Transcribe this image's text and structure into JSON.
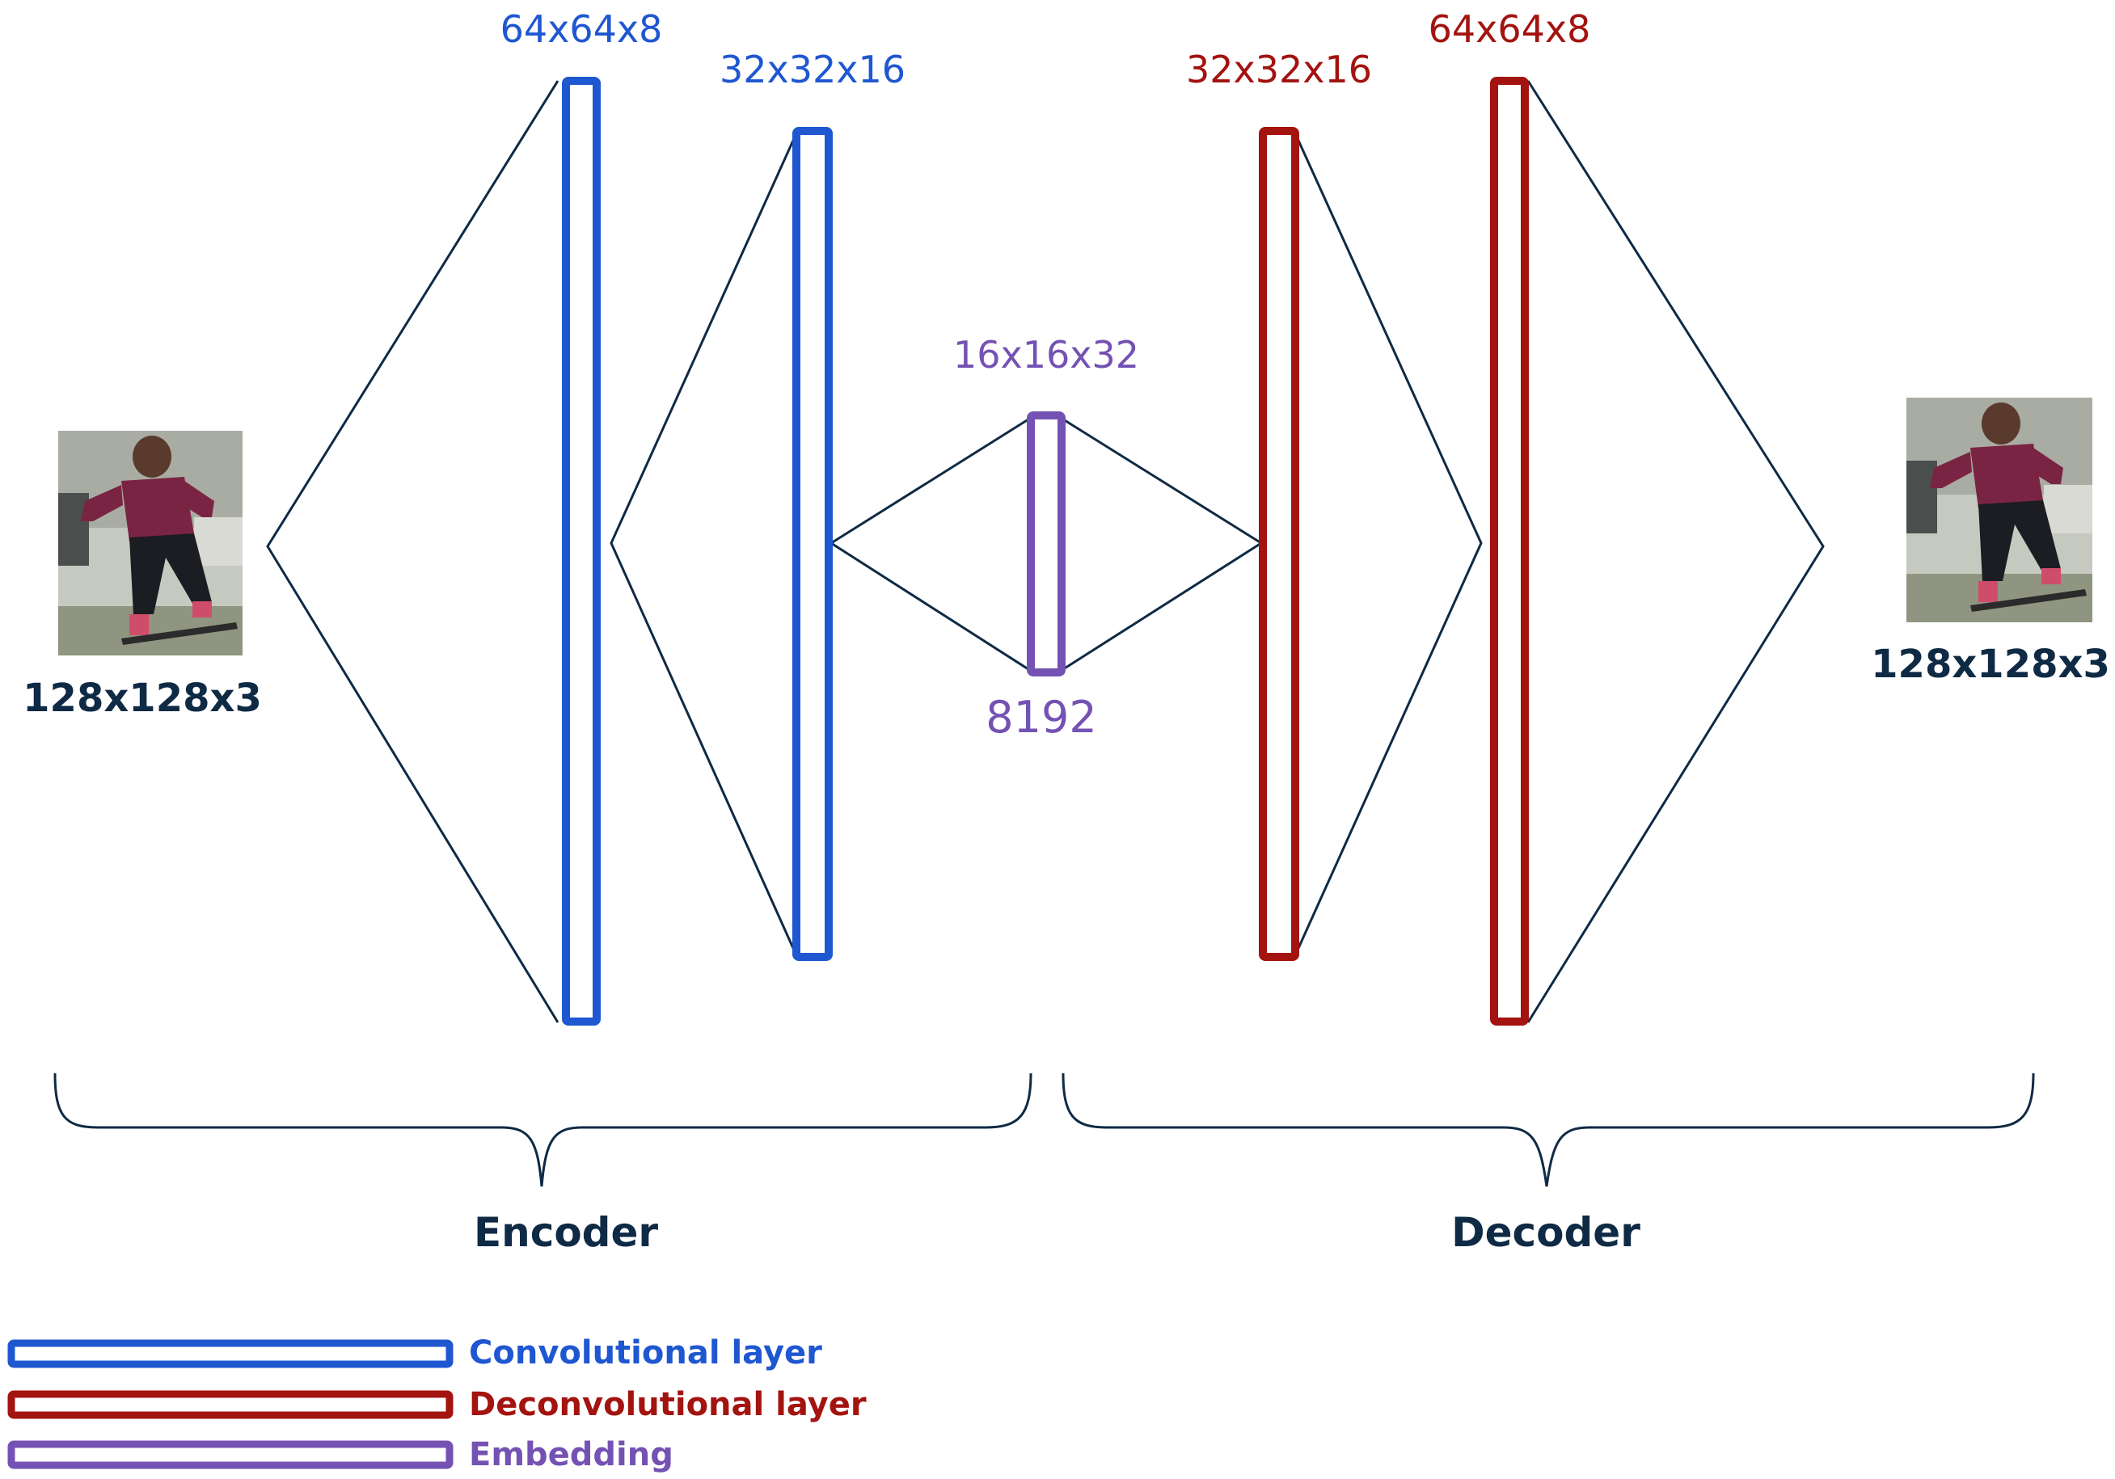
{
  "colors": {
    "convolutional": "#1f57d1",
    "deconvolutional": "#a3130f",
    "embedding": "#7452b3",
    "lines": "#0f2a44",
    "text_dark": "#0f2a44"
  },
  "input": {
    "label": "128x128x3"
  },
  "output": {
    "label": "128x128x3"
  },
  "encoder": {
    "label": "Encoder",
    "layers": [
      {
        "label": "64x64x8"
      },
      {
        "label": "32x32x16"
      }
    ]
  },
  "embedding": {
    "label_top": "16x16x32",
    "label_bottom": "8192"
  },
  "decoder": {
    "label": "Decoder",
    "layers": [
      {
        "label": "32x32x16"
      },
      {
        "label": "64x64x8"
      }
    ]
  },
  "legend": {
    "items": [
      {
        "label": "Convolutional layer",
        "kind": "convolutional"
      },
      {
        "label": "Deconvolutional layer",
        "kind": "deconvolutional"
      },
      {
        "label": "Embedding",
        "kind": "embedding"
      }
    ]
  }
}
